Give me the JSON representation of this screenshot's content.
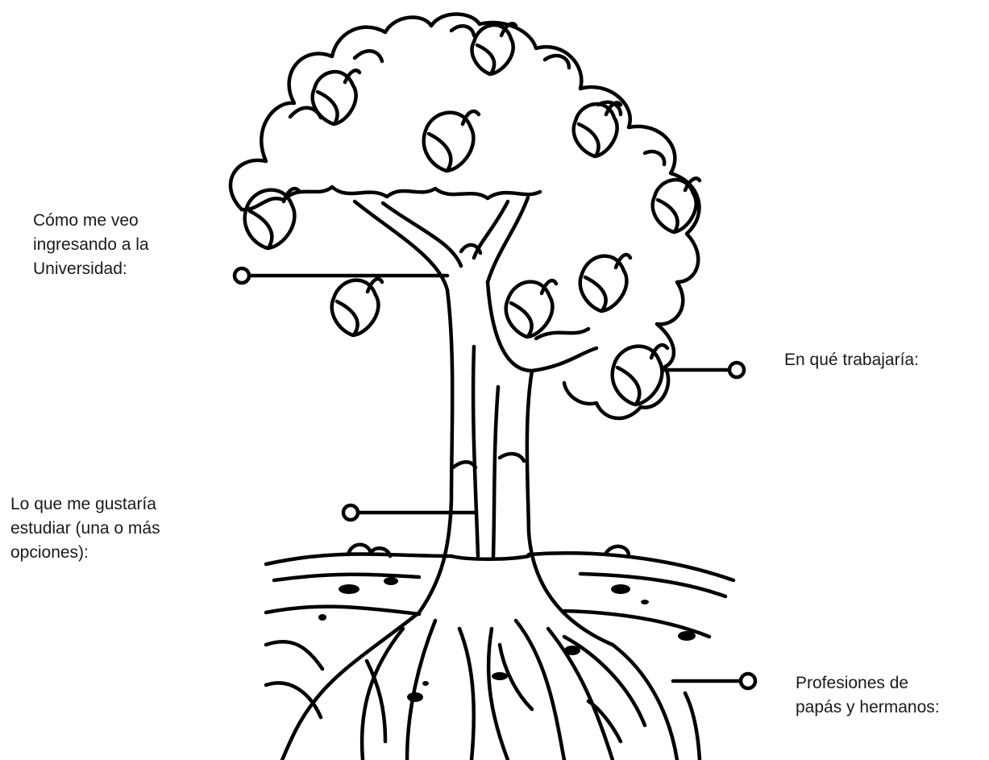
{
  "labels": {
    "university": {
      "lines": [
        "Cómo me veo",
        "ingresando a la",
        "Universidad:"
      ]
    },
    "study": {
      "lines": [
        "Lo que me gustaría",
        "estudiar (una o más",
        "opciones):"
      ]
    },
    "work": {
      "lines": [
        "En qué trabajaría:"
      ]
    },
    "parents": {
      "lines": [
        "Profesiones de",
        "papás y hermanos:"
      ]
    }
  },
  "colors": {
    "ink": "#000000",
    "paper": "#ffffff",
    "text": "#1a1a1a"
  }
}
